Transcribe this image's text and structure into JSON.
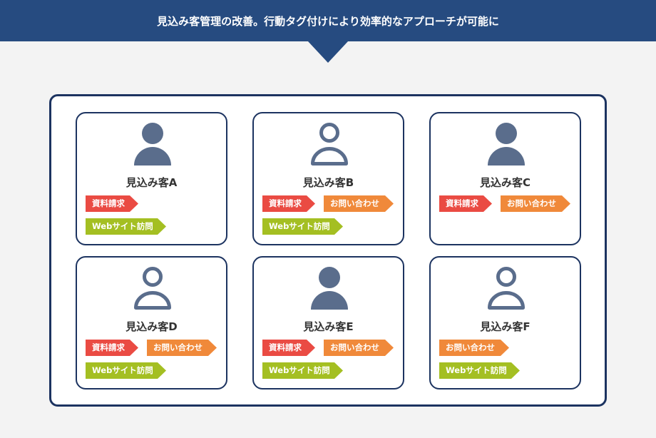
{
  "header": {
    "title": "見込み客管理の改善。行動タグ付けにより効率的なアプローチが可能に"
  },
  "colors": {
    "header": "#264b80",
    "icon": "#5a6d8c",
    "資料請求": "#ea4b43",
    "お問い合わせ": "#f0893a",
    "Webサイト訪問": "#a4bf22"
  },
  "prospects": [
    {
      "name": "見込み客A",
      "icon": "person-filled-icon",
      "tags": [
        [
          "資料請求"
        ],
        [
          "Webサイト訪問"
        ]
      ]
    },
    {
      "name": "見込み客B",
      "icon": "person-outline-icon",
      "tags": [
        [
          "資料請求",
          "お問い合わせ"
        ],
        [
          "Webサイト訪問"
        ]
      ]
    },
    {
      "name": "見込み客C",
      "icon": "person-filled-icon",
      "tags": [
        [
          "資料請求",
          "お問い合わせ"
        ]
      ]
    },
    {
      "name": "見込み客D",
      "icon": "person-outline-icon",
      "tags": [
        [
          "資料請求",
          "お問い合わせ"
        ],
        [
          "Webサイト訪問"
        ]
      ]
    },
    {
      "name": "見込み客E",
      "icon": "person-filled-icon",
      "tags": [
        [
          "資料請求",
          "お問い合わせ"
        ],
        [
          "Webサイト訪問"
        ]
      ]
    },
    {
      "name": "見込み客F",
      "icon": "person-outline-icon",
      "tags": [
        [
          "お問い合わせ"
        ],
        [
          "Webサイト訪問"
        ]
      ]
    }
  ]
}
